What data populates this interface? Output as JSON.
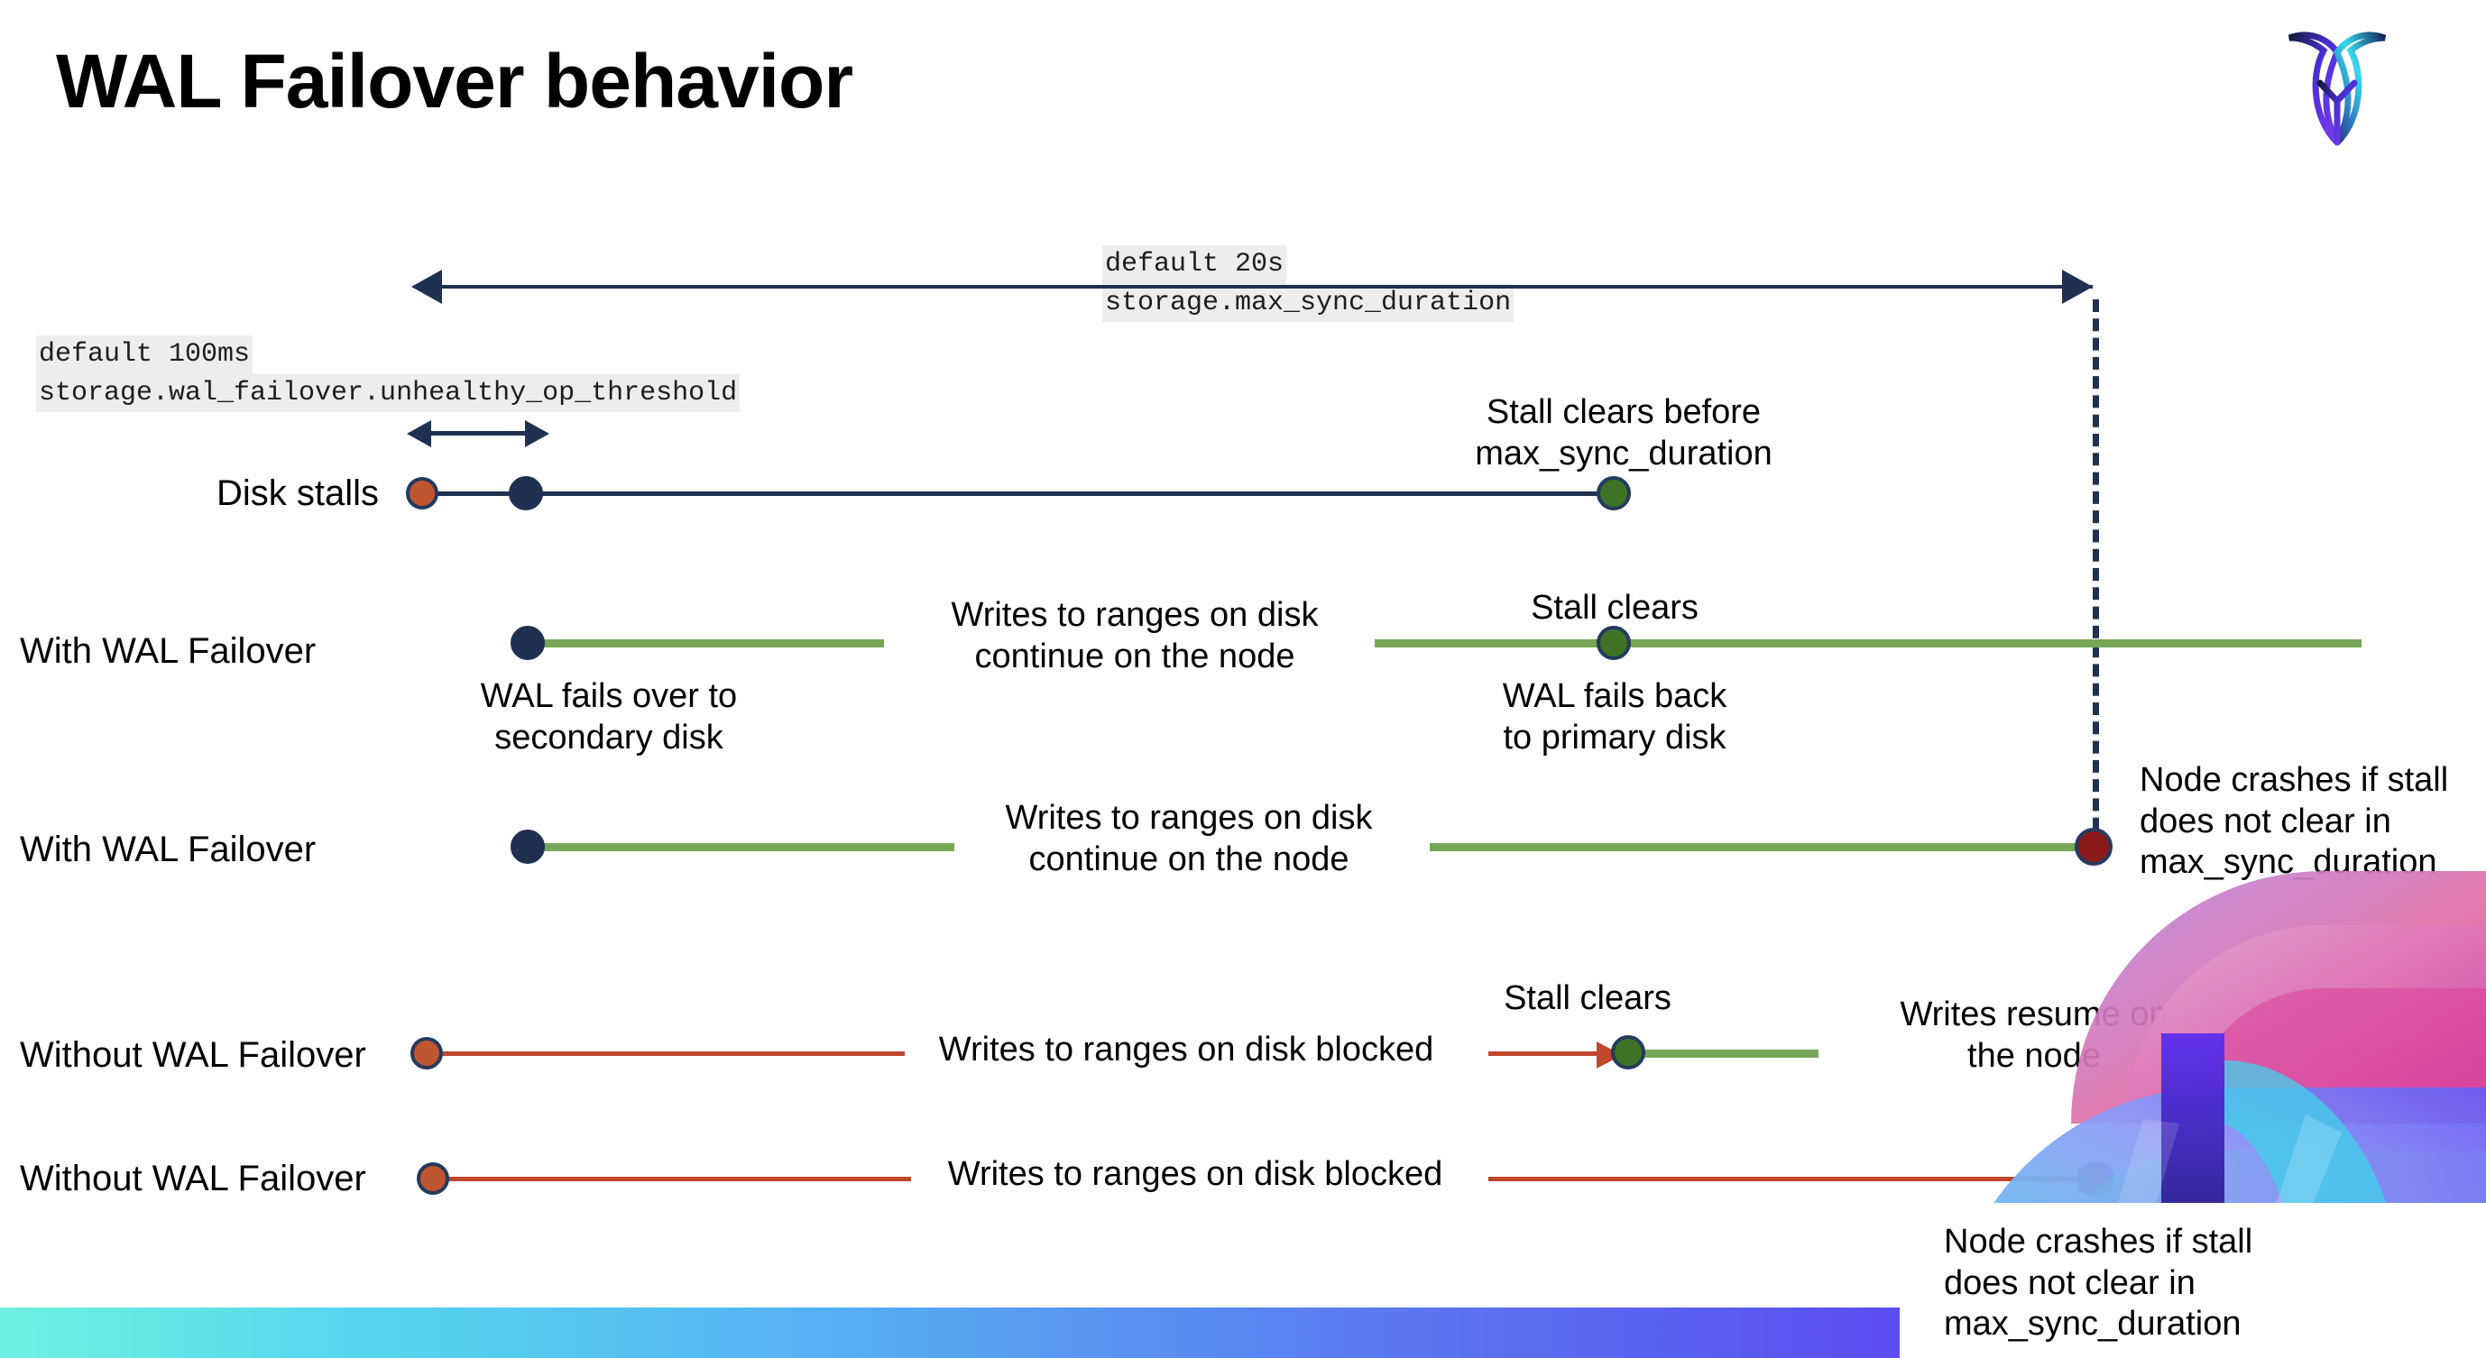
{
  "slide": {
    "title": "WAL Failover behavior",
    "logo_name": "cockroachdb-logo"
  },
  "settings": {
    "max_sync": {
      "default": "default 20s",
      "name": "storage.max_sync_duration"
    },
    "unhealthy": {
      "default": "default 100ms",
      "name": "storage.wal_failover.unhealthy_op_threshold"
    }
  },
  "rows": [
    {
      "label": "Disk stalls"
    },
    {
      "label": "With WAL Failover"
    },
    {
      "label": "With WAL Failover"
    },
    {
      "label": "Without WAL Failover"
    },
    {
      "label": "Without WAL Failover"
    }
  ],
  "annotations": {
    "stall_clears_before": "Stall clears before\nmax_sync_duration",
    "stall_clears_before_l1": "Stall clears before",
    "stall_clears_before_l2": "max_sync_duration",
    "writes_continue_l1": "Writes to ranges on disk",
    "writes_continue_l2": "continue on the node",
    "stall_clears": "Stall clears",
    "wal_fails_over_l1": "WAL fails over to",
    "wal_fails_over_l2": "secondary disk",
    "wal_fails_back_l1": "WAL fails  back",
    "wal_fails_back_l2": "to primary disk",
    "node_crashes_l1": "Node crashes if stall",
    "node_crashes_l2": "does not clear in",
    "node_crashes_l3": "max_sync_duration",
    "writes_blocked": "Writes to ranges on disk  blocked",
    "writes_resume_l1": "Writes resume on",
    "writes_resume_l2": "the node"
  },
  "colors": {
    "navy": "#1f3051",
    "green_line": "#77a756",
    "green_dot": "#3f7326",
    "red_line": "#c0462c",
    "orange_dot": "#c0562f",
    "dark_red_dot": "#8d1a1a",
    "code_bg": "#ededed"
  }
}
